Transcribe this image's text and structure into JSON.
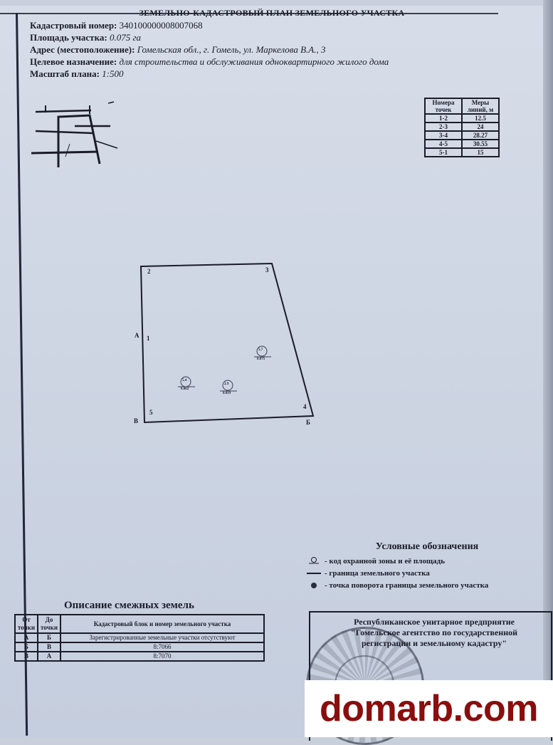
{
  "document": {
    "title": "ЗЕМЕЛЬНО-КАДАСТРОВЫЙ ПЛАН ЗЕМЕЛЬНОГО УЧАСТКА",
    "fields": [
      {
        "label": "Кадастровый номер:",
        "value": "340100000008007068",
        "italic": false
      },
      {
        "label": "Площадь участка:",
        "value": "0.075 га",
        "italic": true
      },
      {
        "label": "Адрес (местоположение):",
        "value": "Гомельская обл., г. Гомель, ул. Маркелова В.А., 3",
        "italic": true
      },
      {
        "label": "Целевое назначение:",
        "value": "для строительства и обслуживания одноквартирного жилого дома",
        "italic": true
      },
      {
        "label": "Масштаб плана:",
        "value": "1:500",
        "italic": true
      }
    ]
  },
  "measures_table": {
    "headers": [
      "Номера точек",
      "Меры линий, м"
    ],
    "rows": [
      {
        "points": "1-2",
        "length": "12.5"
      },
      {
        "points": "2-3",
        "length": "24"
      },
      {
        "points": "3-4",
        "length": "28.27"
      },
      {
        "points": "4-5",
        "length": "30.55"
      },
      {
        "points": "5-1",
        "length": "15"
      }
    ]
  },
  "plan": {
    "points": {
      "p1": "1",
      "p2": "2",
      "p3": "3",
      "p4": "4",
      "p5": "5"
    },
    "neighbors": {
      "a": "А",
      "b": "В",
      "c": "Б"
    },
    "zones": [
      {
        "code": "5.4",
        "area": "0.062"
      },
      {
        "code": "2.9",
        "area": "0.019"
      },
      {
        "code": "5.7",
        "area": "0.075"
      }
    ]
  },
  "legend": {
    "title": "Условные обозначения",
    "items": [
      {
        "symbol": "zone-code",
        "text": "- код охранной зоны и её площадь"
      },
      {
        "symbol": "boundary-line",
        "text": "- граница земельного участка"
      },
      {
        "symbol": "turn-point",
        "text": "- точка поворота границы земельного участка"
      }
    ]
  },
  "adjacent_lands": {
    "title": "Описание смежных земель",
    "headers": [
      "От точки",
      "До точки",
      "Кадастровый блок и номер земельного участка"
    ],
    "rows": [
      {
        "from": "А",
        "to": "Б",
        "desc": "Зарегистрированные земельные участки отсутствуют"
      },
      {
        "from": "Б",
        "to": "В",
        "desc": "8:7066"
      },
      {
        "from": "В",
        "to": "А",
        "desc": "8:7070"
      }
    ]
  },
  "stamp": {
    "line1": "Республиканское унитарное предприятие",
    "line2": "\"Гомельское агентство по государственной",
    "line3": "регистрации и земельному кадастру\""
  },
  "watermark": {
    "text": "domarb.com",
    "color": "#8b0d0d"
  }
}
